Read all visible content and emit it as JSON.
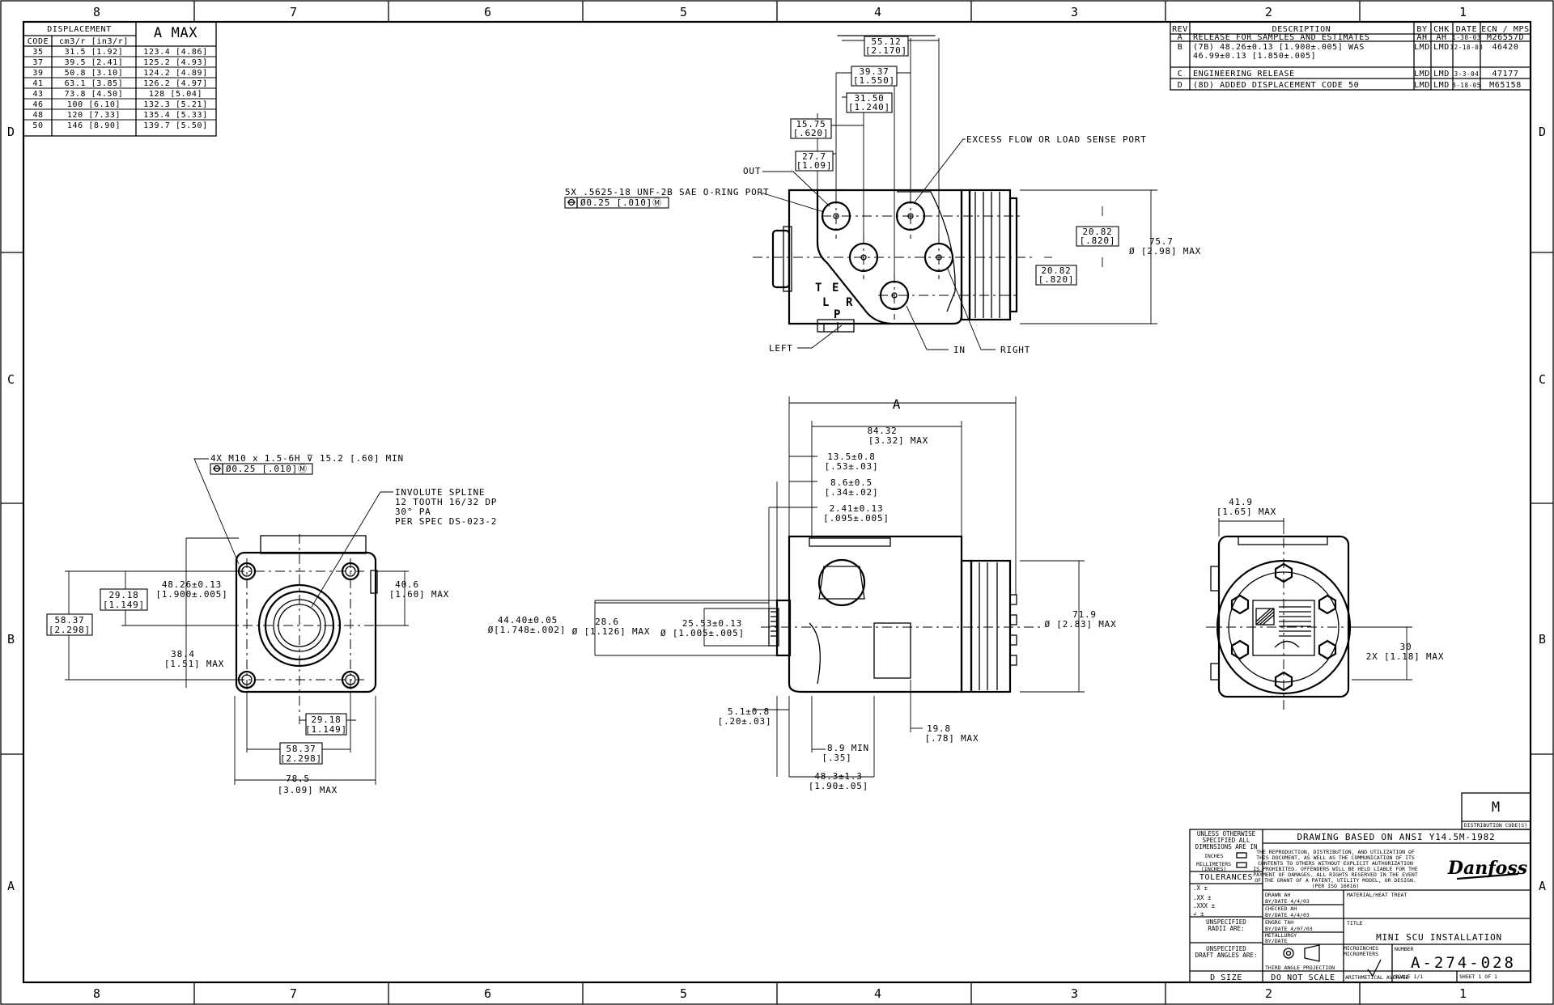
{
  "border": {
    "cols": [
      "8",
      "7",
      "6",
      "5",
      "4",
      "3",
      "2",
      "1"
    ],
    "rows": [
      "D",
      "C",
      "B",
      "A"
    ]
  },
  "displacement_table": {
    "title": "DISPLACEMENT",
    "a_max_header": "A MAX",
    "headers": [
      "CODE",
      "cm3/r [in3/r]"
    ],
    "rows": [
      [
        "35",
        "31.5 [1.92]",
        "123.4 [4.86]"
      ],
      [
        "37",
        "39.5 [2.41]",
        "125.2 [4.93]"
      ],
      [
        "39",
        "50.8 [3.10]",
        "124.2 [4.89]"
      ],
      [
        "41",
        "63.1 [3.85]",
        "126.2 [4.97]"
      ],
      [
        "43",
        "73.8 [4.50]",
        "128 [5.04]"
      ],
      [
        "46",
        "100 [6.10]",
        "132.3 [5.21]"
      ],
      [
        "48",
        "120 [7.33]",
        "135.4 [5.33]"
      ],
      [
        "50",
        "146 [8.90]",
        "139.7 [5.50]"
      ]
    ]
  },
  "revision_table": {
    "headers": [
      "REV",
      "DESCRIPTION",
      "BY",
      "CHK",
      "DATE",
      "ECN / MPS"
    ],
    "rows": [
      {
        "rev": "A",
        "desc1": "RELEASE FOR SAMPLES AND ESTIMATES",
        "desc2": "",
        "by": "AH",
        "chk": "AH",
        "date": "1-30-03",
        "ecn": "M26557D"
      },
      {
        "rev": "B",
        "desc1": "(7B) 48.26±0.13 [1.900±.005] WAS",
        "desc2": "46.99±0.13 [1.850±.005]",
        "by": "LMD",
        "chk": "LMD",
        "date": "12-18-03",
        "ecn": "46420"
      },
      {
        "rev": "C",
        "desc1": "ENGINEERING RELEASE",
        "desc2": "",
        "by": "LMD",
        "chk": "LMD",
        "date": "3-3-04",
        "ecn": "47177"
      },
      {
        "rev": "D",
        "desc1": "(8D) ADDED DISPLACEMENT CODE 50",
        "desc2": "",
        "by": "LMD",
        "chk": "LMD",
        "date": "8-18-05",
        "ecn": "M65158"
      }
    ]
  },
  "top_view": {
    "dims": {
      "d1": "55.12",
      "d1b": "[2.170]",
      "d2": "39.37",
      "d2b": "[1.550]",
      "d3": "31.50",
      "d3b": "[1.240]",
      "d4": "15.75",
      "d4b": "[.620]",
      "d5": "27.7",
      "d5b": "[1.09]",
      "d6": "20.82",
      "d6b": "[.820]",
      "d7": "20.82",
      "d7b": "[.820]",
      "d8": "75.7",
      "d8b": "Ø [2.98] MAX"
    },
    "excess_flow": "EXCESS FLOW OR LOAD SENSE PORT",
    "port_note": "5X .5625-18 UNF-2B SAE O-RING PORT",
    "port_fcf": "Ø0.25 [.010]Ⓜ",
    "out": "OUT",
    "left": "LEFT",
    "in": "IN",
    "right": "RIGHT",
    "letter_t": "T",
    "letter_e": "E",
    "letter_l": "L",
    "letter_r": "R",
    "letter_p": "P"
  },
  "left_view": {
    "thread_note": "4X M10 x 1.5-6H ⊽ 15.2 [.60] MIN",
    "thread_fcf": "Ø0.25 [.010]Ⓜ",
    "spline1": "INVOLUTE SPLINE",
    "spline2": "12 TOOTH 16/32 DP",
    "spline3": "30° PA",
    "spline4": "PER SPEC DS-023-2",
    "d_4826": "48.26±0.13",
    "d_4826b": "[1.900±.005]",
    "d_2918v": "29.18",
    "d_2918vb": "[1.149]",
    "d_5837v": "58.37",
    "d_5837vb": "[2.298]",
    "d_406": "40.6",
    "d_406b": "[1.60] MAX",
    "d_384": "38.4",
    "d_384b": "[1.51] MAX",
    "d_2918h": "29.18",
    "d_2918hb": "[1.149]",
    "d_5837h": "58.37",
    "d_5837hb": "[2.298]",
    "d_785": "78.5",
    "d_785b": "[3.09] MAX"
  },
  "front_view": {
    "a": "A",
    "d_8432": "84.32",
    "d_8432b": "[3.32] MAX",
    "d_135": "13.5±0.8",
    "d_135b": "[.53±.03]",
    "d_86": "8.6±0.5",
    "d_86b": "[.34±.02]",
    "d_241": "2.41±0.13",
    "d_241b": "[.095±.005]",
    "d_4440": "44.40±0.05",
    "d_4440b": "Ø[1.748±.002]",
    "d_286": "28.6",
    "d_286b": "Ø [1.126] MAX",
    "d_2553": "25.53±0.13",
    "d_2553b": "Ø [1.005±.005]",
    "d_719": "71.9",
    "d_719b": "Ø [2.83] MAX",
    "d_51": "5.1±0.8",
    "d_51b": "[.20±.03]",
    "d_198": "19.8",
    "d_198b": "[.78] MAX",
    "d_89": "8.9 MIN",
    "d_89b": "[.35]",
    "d_483": "48.3±1.3",
    "d_483b": "[1.90±.05]"
  },
  "right_view": {
    "d_419": "41.9",
    "d_419b": "[1.65] MAX",
    "d_30": "30",
    "d_30b": "2X [1.18] MAX"
  },
  "title_block": {
    "dist_code": "M",
    "dist_label": "DISTRIBUTION CODE(S)",
    "unless1": "UNLESS OTHERWISE",
    "unless2": "SPECIFIED ALL",
    "unless3": "DIMENSIONS ARE IN",
    "inches": "INCHES",
    "millimeters": "MILLIMETERS",
    "inches_paren": "(INCHES)",
    "tolerances": "TOLERANCES",
    "tol_x": ".X  ±",
    "tol_xx": ".XX  ±",
    "tol_xxx": ".XXX ±",
    "tol_ang": "∠  ±",
    "unspec_radii1": "UNSPECIFIED",
    "unspec_radii2": "RADII ARE:",
    "unspec_draft1": "UNSPECIFIED",
    "unspec_draft2": "DRAFT ANGLES ARE:",
    "dsize": "D SIZE",
    "ansi": "DRAWING BASED ON ANSI Y14.5M-1982",
    "legal1": "THE REPRODUCTION, DISTRIBUTION, AND UTILIZATION OF",
    "legal2": "THIS DOCUMENT, AS WELL AS THE COMMUNICATION OF ITS",
    "legal3": "CONTENTS TO OTHERS WITHOUT EXPLICIT AUTHORIZATION",
    "legal4": "IS PROHIBITED.  OFFENDERS WILL BE HELD LIABLE FOR THE",
    "legal5": "PAYMENT OF DAMAGES.  ALL RIGHTS RESERVED IN THE EVENT",
    "legal6": "OF THE GRANT OF A PATENT, UTILITY MODEL, OR DESIGN.",
    "legal7": "(PER ISO 16016)",
    "logo": "Danfoss",
    "drawn": "DRAWN  AH",
    "drawn_date": "BY/DATE 4/4/03",
    "checked": "CHECKED AH",
    "checked_date": "BY/DATE 4/4/03",
    "engrg": "ENGRG  TAH",
    "engrg_date": "BY/DATE 4/07/03",
    "metallurgy": "METALLURGY",
    "metallurgy_date": "BY/DATE",
    "third_angle": "THIRD ANGLE PROJECTION",
    "do_not_scale": "DO NOT SCALE",
    "material": "MATERIAL/HEAT TREAT",
    "title_label": "TITLE",
    "title": "MINI SCU INSTALLATION",
    "number_label": "NUMBER",
    "number": "A-274-028",
    "scale": "SCALE  1/1",
    "sheet": "SHEET  1  OF  1",
    "arith": "ARITHMETICAL AVERAGE",
    "micro1": "MICROINCHES",
    "micro2": "MICROMETERS"
  }
}
